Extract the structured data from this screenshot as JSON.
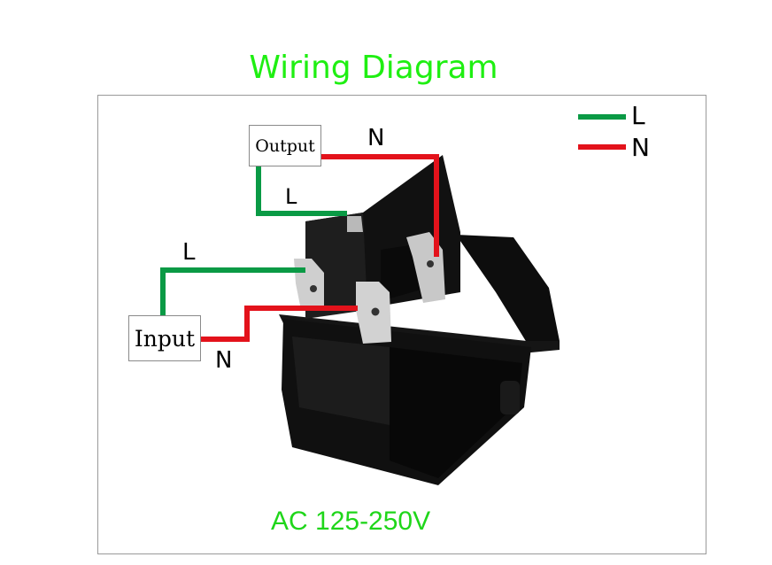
{
  "title": "Wiring Diagram",
  "legend": {
    "items": [
      {
        "label": "L",
        "color": "#0a9a45"
      },
      {
        "label": "N",
        "color": "#e3121b"
      }
    ]
  },
  "terminals": {
    "output_label": "Output",
    "input_label": "Input"
  },
  "wire_labels": {
    "output_n": "N",
    "output_l": "L",
    "input_l": "L",
    "input_n": "N"
  },
  "voltage": "AC 125-250V",
  "colors": {
    "title": "#1fef12",
    "voltage": "#1fd61a",
    "live": "#0a9a45",
    "neutral": "#e3121b"
  }
}
